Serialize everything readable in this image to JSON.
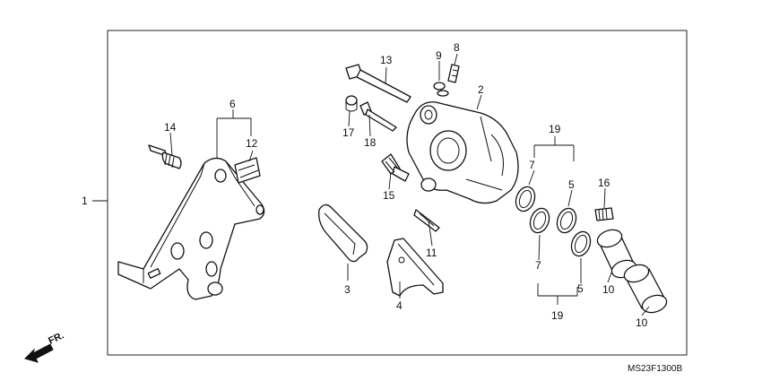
{
  "diagram": {
    "code": "MS23F1300B",
    "front_label": "FR.",
    "callouts": [
      "1",
      "2",
      "3",
      "4",
      "5",
      "5",
      "6",
      "7",
      "7",
      "8",
      "9",
      "10",
      "10",
      "11",
      "12",
      "13",
      "14",
      "15",
      "16",
      "17",
      "18",
      "19",
      "19"
    ],
    "colors": {
      "line": "#111111",
      "background": "#ffffff"
    }
  }
}
